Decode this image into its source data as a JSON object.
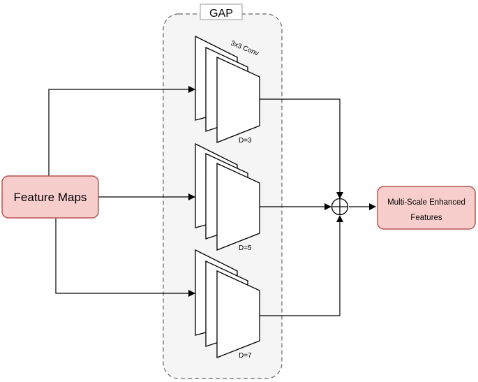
{
  "group": {
    "label": "GAP"
  },
  "input": {
    "label": "Feature Maps"
  },
  "conv_label": "3x3 Conv",
  "branches": [
    {
      "dilation_label": "D=3"
    },
    {
      "dilation_label": "D=5"
    },
    {
      "dilation_label": "D=7"
    }
  ],
  "fusion_symbol": "⊕",
  "output": {
    "line1": "Multi-Scale Enhanced",
    "line2": "Features"
  },
  "colors": {
    "node_fill": "#f8cecc",
    "node_stroke": "#b85450",
    "group_fill": "#f5f5f5",
    "group_stroke": "#666666",
    "line": "#000000"
  }
}
